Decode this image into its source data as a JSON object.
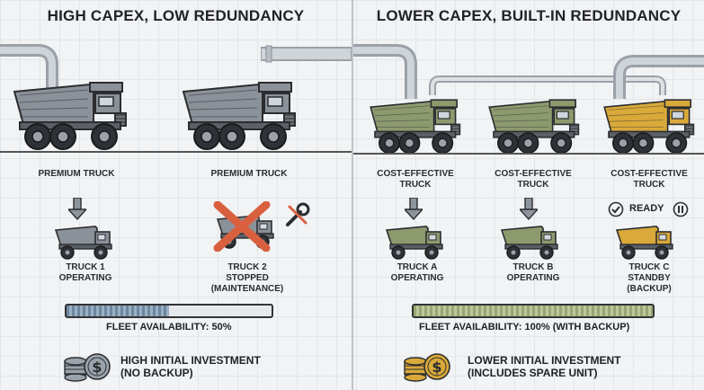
{
  "left": {
    "title": "HIGH CAPEX, LOW REDUNDANCY",
    "trucks": [
      {
        "label": "PREMIUM TRUCK"
      },
      {
        "label": "PREMIUM TRUCK"
      }
    ],
    "units": [
      {
        "line1": "TRUCK 1",
        "line2": "OPERATING",
        "line3": ""
      },
      {
        "line1": "TRUCK 2",
        "line2": "STOPPED",
        "line3": "(MAINTENANCE)"
      }
    ],
    "availability": {
      "text": "FLEET AVAILABILITY: 50%",
      "value": 50
    },
    "investment": {
      "line1": "HIGH INITIAL INVESTMENT",
      "line2": "(NO BACKUP)"
    }
  },
  "right": {
    "title": "LOWER CAPEX, BUILT-IN REDUNDANCY",
    "trucks": [
      {
        "line1": "COST-EFFECTIVE",
        "line2": "TRUCK"
      },
      {
        "line1": "COST-EFFECTIVE",
        "line2": "TRUCK"
      },
      {
        "line1": "COST-EFFECTIVE",
        "line2": "TRUCK"
      }
    ],
    "ready_text": "READY",
    "units": [
      {
        "line1": "TRUCK A",
        "line2": "OPERATING",
        "line3": ""
      },
      {
        "line1": "TRUCK B",
        "line2": "OPERATING",
        "line3": ""
      },
      {
        "line1": "TRUCK C",
        "line2": "STANDBY",
        "line3": "(BACKUP)"
      }
    ],
    "availability": {
      "text": "FLEET AVAILABILITY: 100% (WITH BACKUP)",
      "value": 100
    },
    "investment": {
      "line1": "LOWER INITIAL INVESTMENT",
      "line2": "(INCLUDES SPARE UNIT)"
    }
  },
  "colors": {
    "premium_truck": "#8b9198",
    "green_truck": "#8d9a6e",
    "yellow_truck": "#d9a93a",
    "cross": "#d9603f",
    "avail_left": "#7b8fa6",
    "avail_right": "#a4b07f"
  },
  "icons": [
    "pipe-icon",
    "down-arrow-icon",
    "cross-icon",
    "wrench-icon",
    "check-icon",
    "pause-icon",
    "coins-icon"
  ]
}
